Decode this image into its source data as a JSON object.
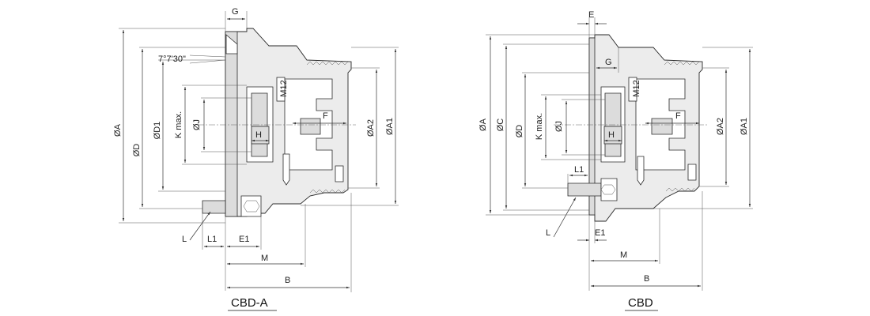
{
  "labels": {
    "left_title": "CBD-A",
    "right_title": "CBD",
    "A": "ØA",
    "C": "ØC",
    "D": "ØD",
    "D1": "ØD1",
    "J": "ØJ",
    "K": "K max.",
    "H": "H",
    "M12": "M12",
    "F": "F",
    "A1": "ØA1",
    "A2": "ØA2",
    "G": "G",
    "E": "E",
    "E1": "E1",
    "L": "L",
    "L1": "L1",
    "M": "M",
    "B": "B",
    "angle": "7°7'30\""
  }
}
